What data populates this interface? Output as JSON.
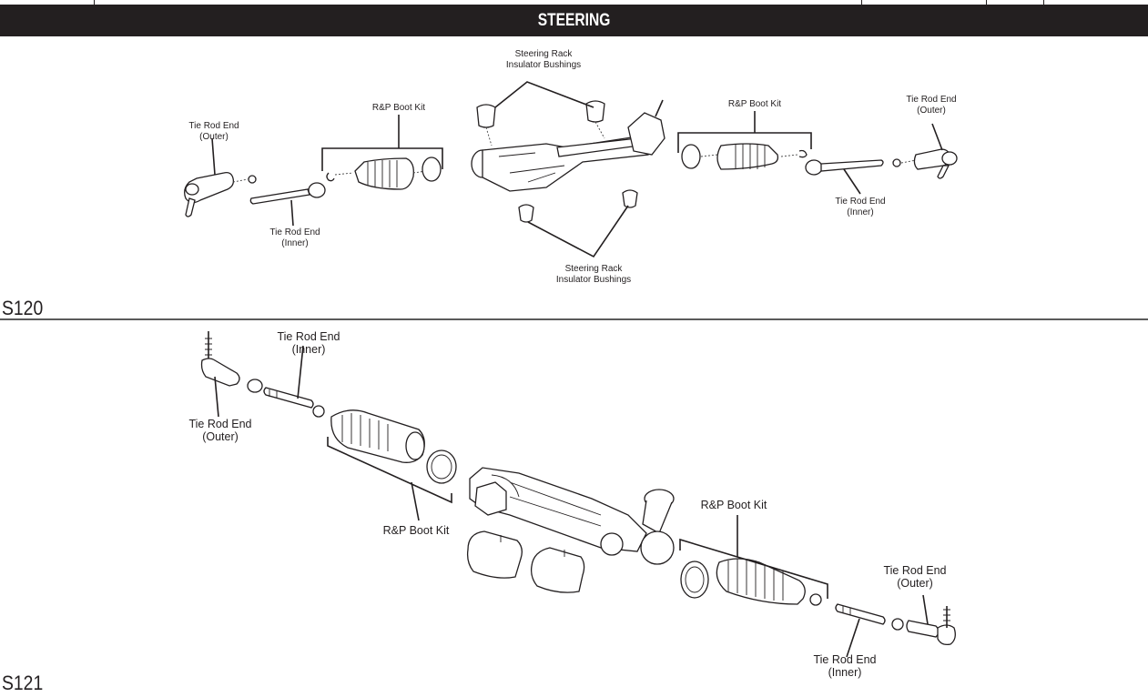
{
  "header": {
    "title": "STEERING",
    "bar_color": "#231f20",
    "text_color": "#ffffff"
  },
  "figures": [
    {
      "code": "S120",
      "labels": {
        "left_outer_line1": "Tie Rod End",
        "left_outer_line2": "(Outer)",
        "left_inner_line1": "Tie Rod End",
        "left_inner_line2": "(Inner)",
        "left_boot": "R&P Boot Kit",
        "top_bushings_line1": "Steering Rack",
        "top_bushings_line2": "Insulator Bushings",
        "bottom_bushings_line1": "Steering Rack",
        "bottom_bushings_line2": "Insulator Bushings",
        "right_boot": "R&P Boot Kit",
        "right_outer_line1": "Tie Rod End",
        "right_outer_line2": "(Outer)",
        "right_inner_line1": "Tie Rod End",
        "right_inner_line2": "(Inner)"
      }
    },
    {
      "code": "S121",
      "labels": {
        "left_inner_line1": "Tie Rod End",
        "left_inner_line2": "(Inner)",
        "left_outer_line1": "Tie Rod End",
        "left_outer_line2": "(Outer)",
        "left_boot": "R&P Boot Kit",
        "right_boot": "R&P Boot Kit",
        "right_outer_line1": "Tie Rod End",
        "right_outer_line2": "(Outer)",
        "right_inner_line1": "Tie Rod End",
        "right_inner_line2": "(Inner)"
      }
    }
  ]
}
